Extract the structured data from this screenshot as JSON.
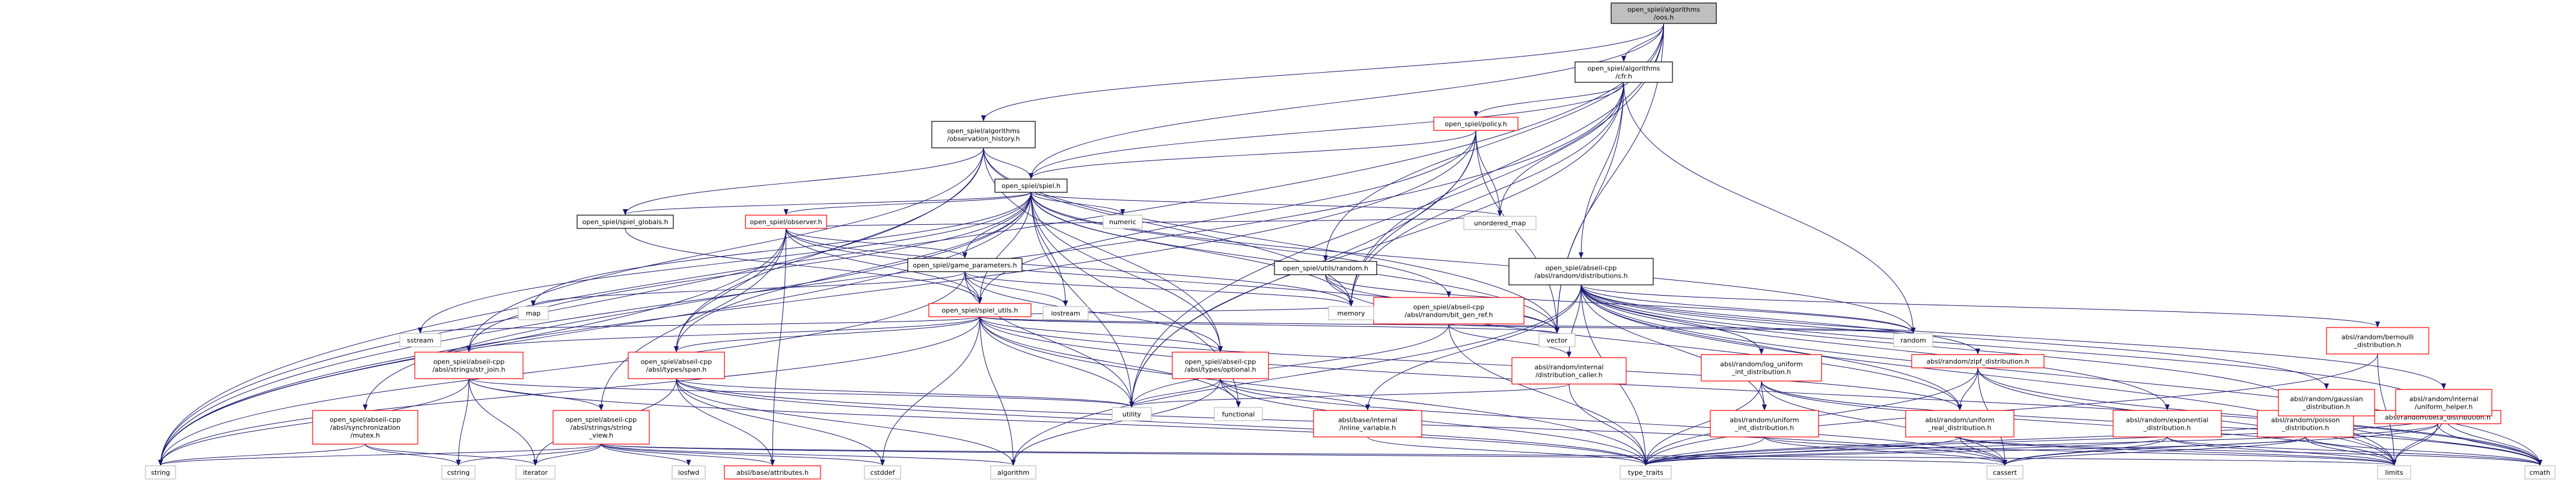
{
  "colors": {
    "edge": "#191970",
    "root_fill": "#bfbfbf",
    "root_border": "#000000",
    "header_fill": "#ffffff",
    "header_border": "#000000",
    "missing_border": "#bfbfbf",
    "truncated_border": "#ff0000"
  },
  "nodes": [
    {
      "id": "root",
      "lines": [
        "open_spiel/algorithms",
        "/oos.h"
      ],
      "kind": "root"
    },
    {
      "id": "cfr",
      "lines": [
        "open_spiel/algorithms",
        "/cfr.h"
      ],
      "kind": "header"
    },
    {
      "id": "obs_hist",
      "lines": [
        "open_spiel/algorithms",
        "/observation_history.h"
      ],
      "kind": "header"
    },
    {
      "id": "policy",
      "lines": [
        "open_spiel/policy.h"
      ],
      "kind": "truncated"
    },
    {
      "id": "spiel",
      "lines": [
        "open_spiel/spiel.h"
      ],
      "kind": "header"
    },
    {
      "id": "utils_random",
      "lines": [
        "open_spiel/utils/random.h"
      ],
      "kind": "header"
    },
    {
      "id": "distributions",
      "lines": [
        "open_spiel/abseil-cpp",
        "/absl/random/distributions.h"
      ],
      "kind": "header"
    },
    {
      "id": "spiel_globals",
      "lines": [
        "open_spiel/spiel_globals.h"
      ],
      "kind": "header"
    },
    {
      "id": "observer",
      "lines": [
        "open_spiel/observer.h"
      ],
      "kind": "truncated"
    },
    {
      "id": "numeric",
      "lines": [
        "numeric"
      ],
      "kind": "missing"
    },
    {
      "id": "unordered_map",
      "lines": [
        "unordered_map"
      ],
      "kind": "missing"
    },
    {
      "id": "game_params",
      "lines": [
        "open_spiel/game_parameters.h"
      ],
      "kind": "header"
    },
    {
      "id": "bit_gen_ref",
      "lines": [
        "open_spiel/abseil-cpp",
        "/absl/random/bit_gen_ref.h"
      ],
      "kind": "truncated"
    },
    {
      "id": "map",
      "lines": [
        "map"
      ],
      "kind": "missing"
    },
    {
      "id": "iostream",
      "lines": [
        "iostream"
      ],
      "kind": "missing"
    },
    {
      "id": "memory",
      "lines": [
        "memory"
      ],
      "kind": "missing"
    },
    {
      "id": "spiel_utils",
      "lines": [
        "open_spiel/spiel_utils.h"
      ],
      "kind": "truncated"
    },
    {
      "id": "sstream",
      "lines": [
        "sstream"
      ],
      "kind": "missing"
    },
    {
      "id": "str_join",
      "lines": [
        "open_spiel/abseil-cpp",
        "/absl/strings/str_join.h"
      ],
      "kind": "truncated"
    },
    {
      "id": "span",
      "lines": [
        "open_spiel/abseil-cpp",
        "/absl/types/span.h"
      ],
      "kind": "truncated"
    },
    {
      "id": "optional",
      "lines": [
        "open_spiel/abseil-cpp",
        "/absl/types/optional.h"
      ],
      "kind": "truncated"
    },
    {
      "id": "vector",
      "lines": [
        "vector"
      ],
      "kind": "missing"
    },
    {
      "id": "dist_caller",
      "lines": [
        "absl/random/internal",
        "/distribution_caller.h"
      ],
      "kind": "truncated"
    },
    {
      "id": "random",
      "lines": [
        "random"
      ],
      "kind": "missing"
    },
    {
      "id": "mutex",
      "lines": [
        "open_spiel/abseil-cpp",
        "/absl/synchronization",
        "/mutex.h"
      ],
      "kind": "truncated"
    },
    {
      "id": "string_view",
      "lines": [
        "open_spiel/abseil-cpp",
        "/absl/strings/string",
        "_view.h"
      ],
      "kind": "truncated"
    },
    {
      "id": "utility",
      "lines": [
        "utility"
      ],
      "kind": "missing"
    },
    {
      "id": "functional",
      "lines": [
        "functional"
      ],
      "kind": "missing"
    },
    {
      "id": "inline_var",
      "lines": [
        "absl/base/internal",
        "/inline_variable.h"
      ],
      "kind": "truncated"
    },
    {
      "id": "log_uniform",
      "lines": [
        "absl/random/log_uniform",
        "_int_distribution.h"
      ],
      "kind": "truncated"
    },
    {
      "id": "zipf",
      "lines": [
        "absl/random/zipf_distribution.h"
      ],
      "kind": "truncated"
    },
    {
      "id": "uniform_int",
      "lines": [
        "absl/random/uniform",
        "_int_distribution.h"
      ],
      "kind": "truncated"
    },
    {
      "id": "uniform_real",
      "lines": [
        "absl/random/uniform",
        "_real_distribution.h"
      ],
      "kind": "truncated"
    },
    {
      "id": "exponential",
      "lines": [
        "absl/random/exponential",
        "_distribution.h"
      ],
      "kind": "truncated"
    },
    {
      "id": "poisson",
      "lines": [
        "absl/random/poisson",
        "_distribution.h"
      ],
      "kind": "truncated"
    },
    {
      "id": "beta",
      "lines": [
        "absl/random/beta_distribution.h"
      ],
      "kind": "truncated"
    },
    {
      "id": "bernoulli",
      "lines": [
        "absl/random/bernoulli",
        "_distribution.h"
      ],
      "kind": "truncated"
    },
    {
      "id": "gaussian",
      "lines": [
        "absl/random/gaussian",
        "_distribution.h"
      ],
      "kind": "truncated"
    },
    {
      "id": "uniform_helper",
      "lines": [
        "absl/random/internal",
        "/uniform_helper.h"
      ],
      "kind": "truncated"
    },
    {
      "id": "string",
      "lines": [
        "string"
      ],
      "kind": "missing"
    },
    {
      "id": "cstring",
      "lines": [
        "cstring"
      ],
      "kind": "missing"
    },
    {
      "id": "iterator",
      "lines": [
        "iterator"
      ],
      "kind": "missing"
    },
    {
      "id": "iosfwd",
      "lines": [
        "iosfwd"
      ],
      "kind": "missing"
    },
    {
      "id": "attributes",
      "lines": [
        "absl/base/attributes.h"
      ],
      "kind": "truncated"
    },
    {
      "id": "cstddef",
      "lines": [
        "cstddef"
      ],
      "kind": "missing"
    },
    {
      "id": "algorithm",
      "lines": [
        "algorithm"
      ],
      "kind": "missing"
    },
    {
      "id": "type_traits",
      "lines": [
        "type_traits"
      ],
      "kind": "missing"
    },
    {
      "id": "cassert",
      "lines": [
        "cassert"
      ],
      "kind": "missing"
    },
    {
      "id": "limits",
      "lines": [
        "limits"
      ],
      "kind": "missing"
    },
    {
      "id": "cmath",
      "lines": [
        "cmath"
      ],
      "kind": "missing"
    }
  ],
  "edges": [
    [
      "root",
      "cfr"
    ],
    [
      "root",
      "obs_hist"
    ],
    [
      "root",
      "spiel"
    ],
    [
      "root",
      "utils_random"
    ],
    [
      "root",
      "memory"
    ],
    [
      "root",
      "string"
    ],
    [
      "root",
      "vector"
    ],
    [
      "root",
      "utility"
    ],
    [
      "cfr",
      "policy"
    ],
    [
      "cfr",
      "spiel"
    ],
    [
      "cfr",
      "distributions"
    ],
    [
      "cfr",
      "memory"
    ],
    [
      "cfr",
      "string"
    ],
    [
      "cfr",
      "unordered_map"
    ],
    [
      "cfr",
      "vector"
    ],
    [
      "cfr",
      "random"
    ],
    [
      "cfr",
      "utility"
    ],
    [
      "obs_hist",
      "spiel"
    ],
    [
      "obs_hist",
      "spiel_globals"
    ],
    [
      "obs_hist",
      "str_join"
    ],
    [
      "obs_hist",
      "span"
    ],
    [
      "obs_hist",
      "optional"
    ],
    [
      "obs_hist",
      "memory"
    ],
    [
      "obs_hist",
      "string"
    ],
    [
      "obs_hist",
      "vector"
    ],
    [
      "policy",
      "spiel"
    ],
    [
      "policy",
      "spiel_utils"
    ],
    [
      "policy",
      "memory"
    ],
    [
      "policy",
      "unordered_map"
    ],
    [
      "policy",
      "string"
    ],
    [
      "policy",
      "vector"
    ],
    [
      "policy",
      "utility"
    ],
    [
      "spiel",
      "spiel_globals"
    ],
    [
      "spiel",
      "observer"
    ],
    [
      "spiel",
      "numeric"
    ],
    [
      "spiel",
      "unordered_map"
    ],
    [
      "spiel",
      "game_params"
    ],
    [
      "spiel",
      "bit_gen_ref"
    ],
    [
      "spiel",
      "map"
    ],
    [
      "spiel",
      "iostream"
    ],
    [
      "spiel",
      "memory"
    ],
    [
      "spiel",
      "spiel_utils"
    ],
    [
      "spiel",
      "sstream"
    ],
    [
      "spiel",
      "str_join"
    ],
    [
      "spiel",
      "span"
    ],
    [
      "spiel",
      "optional"
    ],
    [
      "spiel",
      "mutex"
    ],
    [
      "spiel",
      "string"
    ],
    [
      "spiel",
      "vector"
    ],
    [
      "spiel",
      "utility"
    ],
    [
      "spiel",
      "functional"
    ],
    [
      "spiel",
      "random"
    ],
    [
      "utils_random",
      "random"
    ],
    [
      "utils_random",
      "vector"
    ],
    [
      "utils_random",
      "uniform_real"
    ],
    [
      "distributions",
      "dist_caller"
    ],
    [
      "distributions",
      "log_uniform"
    ],
    [
      "distributions",
      "zipf"
    ],
    [
      "distributions",
      "uniform_int"
    ],
    [
      "distributions",
      "uniform_real"
    ],
    [
      "distributions",
      "exponential"
    ],
    [
      "distributions",
      "poisson"
    ],
    [
      "distributions",
      "beta"
    ],
    [
      "distributions",
      "bernoulli"
    ],
    [
      "distributions",
      "gaussian"
    ],
    [
      "distributions",
      "uniform_helper"
    ],
    [
      "distributions",
      "random"
    ],
    [
      "distributions",
      "limits"
    ],
    [
      "distributions",
      "type_traits"
    ],
    [
      "distributions",
      "cmath"
    ],
    [
      "distributions",
      "algorithm"
    ],
    [
      "distributions",
      "inline_var"
    ],
    [
      "spiel_globals",
      "spiel_utils"
    ],
    [
      "observer",
      "spiel_utils"
    ],
    [
      "observer",
      "game_params"
    ],
    [
      "observer",
      "span"
    ],
    [
      "observer",
      "string_view"
    ],
    [
      "observer",
      "memory"
    ],
    [
      "observer",
      "string"
    ],
    [
      "observer",
      "vector"
    ],
    [
      "observer",
      "unordered_map"
    ],
    [
      "observer",
      "attributes"
    ],
    [
      "game_params",
      "spiel_utils"
    ],
    [
      "game_params",
      "optional"
    ],
    [
      "game_params",
      "map"
    ],
    [
      "game_params",
      "memory"
    ],
    [
      "game_params",
      "iostream"
    ],
    [
      "game_params",
      "string"
    ],
    [
      "game_params",
      "utility"
    ],
    [
      "bit_gen_ref",
      "dist_caller"
    ],
    [
      "bit_gen_ref",
      "type_traits"
    ],
    [
      "bit_gen_ref",
      "utility"
    ],
    [
      "bit_gen_ref",
      "random"
    ],
    [
      "spiel_utils",
      "str_join"
    ],
    [
      "spiel_utils",
      "span"
    ],
    [
      "spiel_utils",
      "optional"
    ],
    [
      "spiel_utils",
      "sstream"
    ],
    [
      "spiel_utils",
      "string"
    ],
    [
      "spiel_utils",
      "vector"
    ],
    [
      "spiel_utils",
      "utility"
    ],
    [
      "spiel_utils",
      "algorithm"
    ],
    [
      "spiel_utils",
      "cstddef"
    ],
    [
      "spiel_utils",
      "type_traits"
    ],
    [
      "spiel_utils",
      "random"
    ],
    [
      "spiel_utils",
      "uniform_real"
    ],
    [
      "spiel_utils",
      "functional"
    ],
    [
      "spiel_utils",
      "cmath"
    ],
    [
      "spiel_utils",
      "memory"
    ],
    [
      "str_join",
      "string_view"
    ],
    [
      "str_join",
      "cstring"
    ],
    [
      "str_join",
      "iterator"
    ],
    [
      "str_join",
      "string"
    ],
    [
      "str_join",
      "utility"
    ],
    [
      "str_join",
      "type_traits"
    ],
    [
      "span",
      "algorithm"
    ],
    [
      "span",
      "cassert"
    ],
    [
      "span",
      "cstddef"
    ],
    [
      "span",
      "iterator"
    ],
    [
      "span",
      "type_traits"
    ],
    [
      "span",
      "utility"
    ],
    [
      "span",
      "attributes"
    ],
    [
      "optional",
      "functional"
    ],
    [
      "optional",
      "inline_var"
    ],
    [
      "optional",
      "type_traits"
    ],
    [
      "optional",
      "utility"
    ],
    [
      "optional",
      "algorithm"
    ],
    [
      "optional",
      "cassert"
    ],
    [
      "dist_caller",
      "utility"
    ],
    [
      "dist_caller",
      "type_traits"
    ],
    [
      "mutex",
      "cstring"
    ],
    [
      "mutex",
      "iterator"
    ],
    [
      "mutex",
      "string"
    ],
    [
      "string_view",
      "algorithm"
    ],
    [
      "string_view",
      "cassert"
    ],
    [
      "string_view",
      "cstddef"
    ],
    [
      "string_view",
      "cstring"
    ],
    [
      "string_view",
      "iosfwd"
    ],
    [
      "string_view",
      "iterator"
    ],
    [
      "string_view",
      "limits"
    ],
    [
      "string_view",
      "string"
    ],
    [
      "string_view",
      "attributes"
    ],
    [
      "inline_var",
      "type_traits"
    ],
    [
      "log_uniform",
      "uniform_int"
    ],
    [
      "log_uniform",
      "cassert"
    ],
    [
      "log_uniform",
      "cmath"
    ],
    [
      "log_uniform",
      "limits"
    ],
    [
      "log_uniform",
      "type_traits"
    ],
    [
      "zipf",
      "uniform_real"
    ],
    [
      "zipf",
      "cassert"
    ],
    [
      "zipf",
      "cmath"
    ],
    [
      "zipf",
      "type_traits"
    ],
    [
      "zipf",
      "limits"
    ],
    [
      "uniform_int",
      "type_traits"
    ],
    [
      "uniform_int",
      "cassert"
    ],
    [
      "uniform_int",
      "limits"
    ],
    [
      "uniform_real",
      "type_traits"
    ],
    [
      "uniform_real",
      "cassert"
    ],
    [
      "uniform_real",
      "cmath"
    ],
    [
      "uniform_real",
      "limits"
    ],
    [
      "exponential",
      "cassert"
    ],
    [
      "exponential",
      "cmath"
    ],
    [
      "exponential",
      "type_traits"
    ],
    [
      "exponential",
      "limits"
    ],
    [
      "poisson",
      "cassert"
    ],
    [
      "poisson",
      "cmath"
    ],
    [
      "poisson",
      "limits"
    ],
    [
      "poisson",
      "type_traits"
    ],
    [
      "beta",
      "cassert"
    ],
    [
      "beta",
      "cmath"
    ],
    [
      "beta",
      "limits"
    ],
    [
      "beta",
      "type_traits"
    ],
    [
      "bernoulli",
      "limits"
    ],
    [
      "bernoulli",
      "type_traits"
    ],
    [
      "gaussian",
      "cmath"
    ],
    [
      "gaussian",
      "limits"
    ],
    [
      "gaussian",
      "type_traits"
    ],
    [
      "uniform_helper",
      "cmath"
    ],
    [
      "uniform_helper",
      "limits"
    ],
    [
      "uniform_helper",
      "type_traits"
    ]
  ]
}
